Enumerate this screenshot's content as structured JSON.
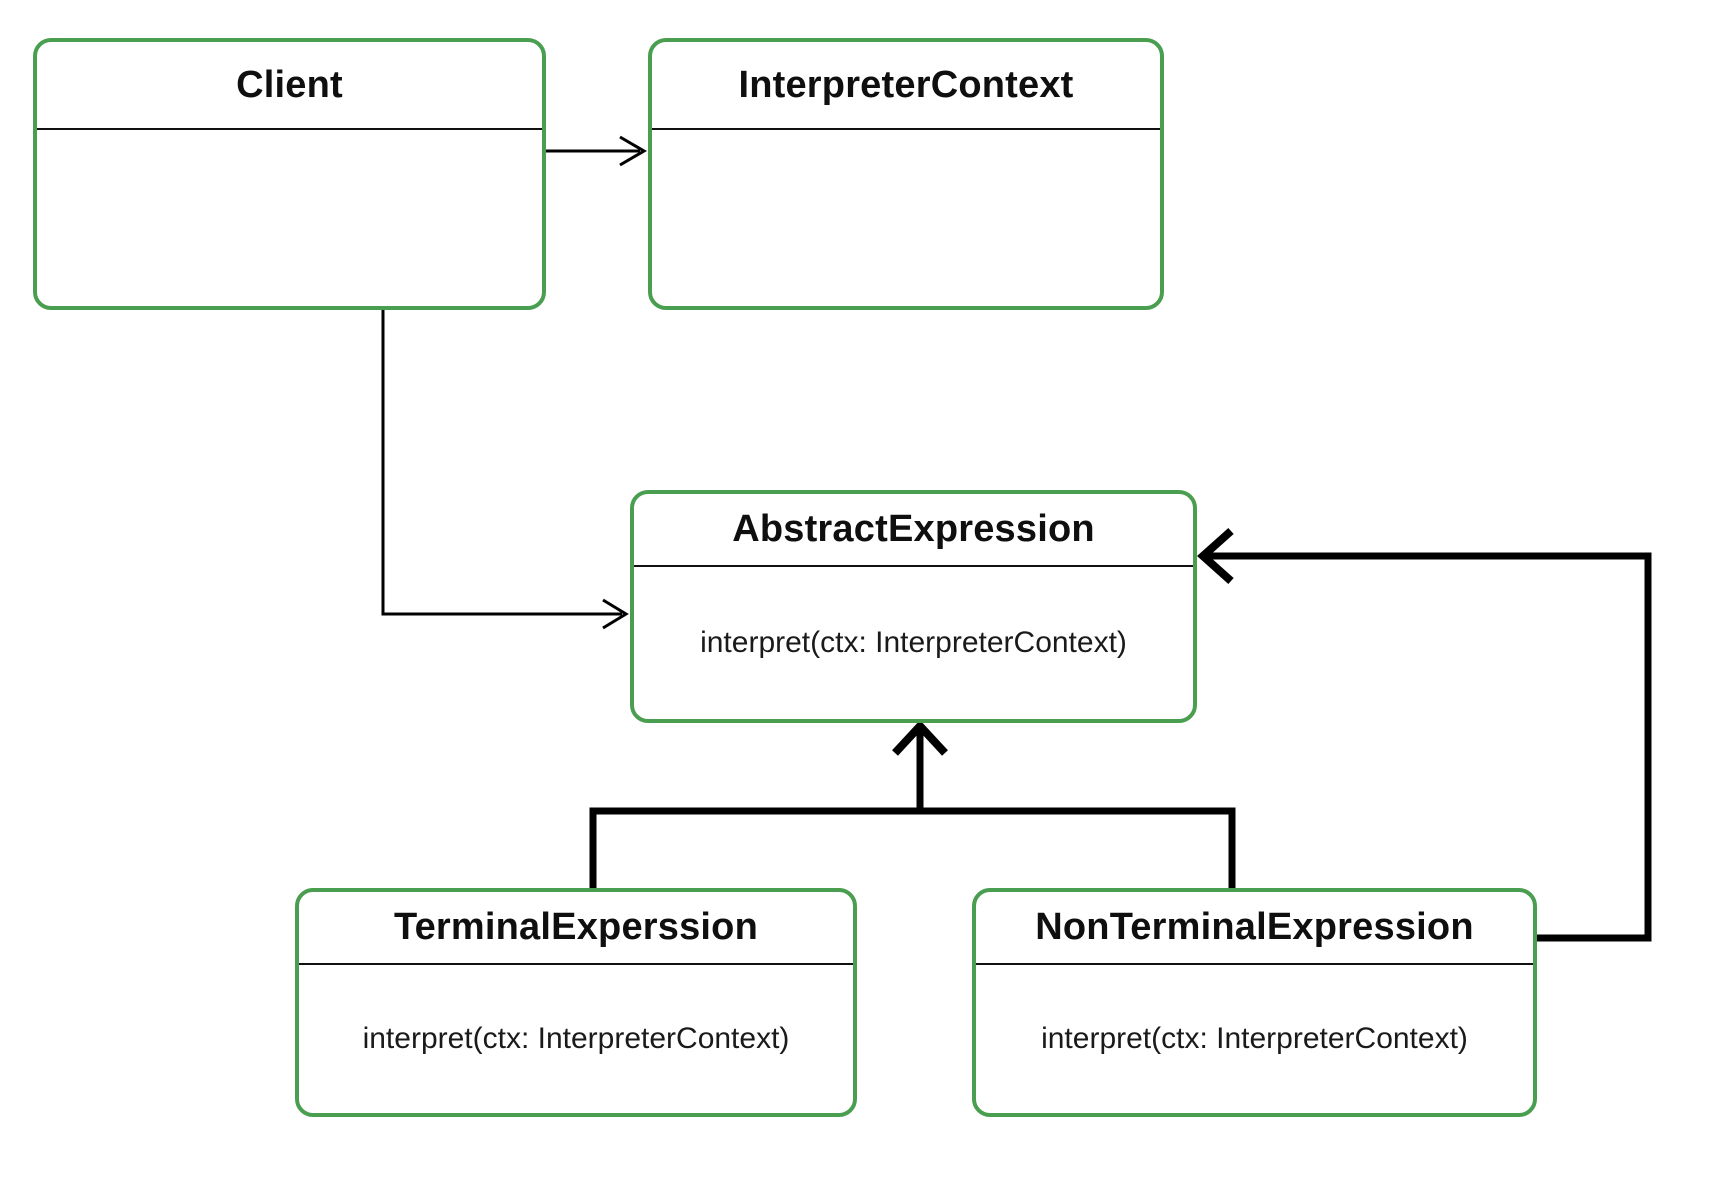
{
  "diagram": {
    "type": "uml-class-diagram",
    "classes": {
      "client": {
        "name": "Client"
      },
      "interpreter_context": {
        "name": "InterpreterContext"
      },
      "abstract_expression": {
        "name": "AbstractExpression",
        "method": "interpret(ctx: InterpreterContext)"
      },
      "terminal_expression": {
        "name": "TerminalExperssion",
        "method": "interpret(ctx: InterpreterContext)"
      },
      "non_terminal_expression": {
        "name": "NonTerminalExpression",
        "method": "interpret(ctx: InterpreterContext)"
      }
    },
    "relations": [
      {
        "from": "Client",
        "to": "InterpreterContext",
        "style": "thin-open-arrow"
      },
      {
        "from": "Client",
        "to": "AbstractExpression",
        "style": "thin-open-arrow"
      },
      {
        "from": "TerminalExperssion",
        "to": "AbstractExpression",
        "style": "thick-open-arrow-shared"
      },
      {
        "from": "NonTerminalExpression",
        "to": "AbstractExpression",
        "style": "thick-open-arrow-shared"
      },
      {
        "from": "NonTerminalExpression",
        "to": "AbstractExpression",
        "style": "thick-open-arrow-right-loop"
      }
    ],
    "colors": {
      "box_border": "#4a9e50",
      "line": "#000000",
      "text": "#111111",
      "background": "#ffffff"
    }
  }
}
